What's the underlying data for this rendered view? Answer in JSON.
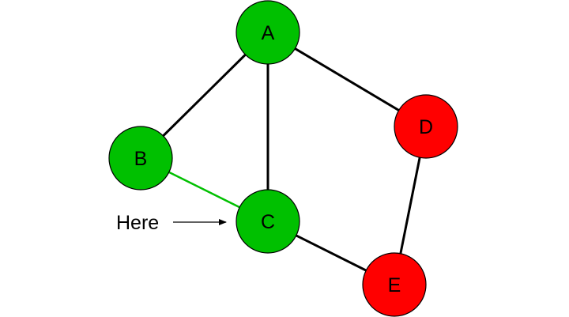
{
  "colors": {
    "visited_node": "#00c000",
    "unvisited_node": "#ff0000",
    "default_edge": "#000000",
    "highlight_edge": "#00c000",
    "outline": "#000000"
  },
  "nodes": [
    {
      "id": "A",
      "label": "A",
      "state": "visited"
    },
    {
      "id": "B",
      "label": "B",
      "state": "visited"
    },
    {
      "id": "C",
      "label": "C",
      "state": "visited"
    },
    {
      "id": "D",
      "label": "D",
      "state": "unvisited"
    },
    {
      "id": "E",
      "label": "E",
      "state": "unvisited"
    }
  ],
  "edges": [
    {
      "from": "A",
      "to": "B",
      "highlighted": false
    },
    {
      "from": "A",
      "to": "C",
      "highlighted": false
    },
    {
      "from": "A",
      "to": "D",
      "highlighted": false
    },
    {
      "from": "B",
      "to": "C",
      "highlighted": true
    },
    {
      "from": "C",
      "to": "E",
      "highlighted": false
    },
    {
      "from": "D",
      "to": "E",
      "highlighted": false
    }
  ],
  "annotation": {
    "label": "Here",
    "target": "C"
  }
}
